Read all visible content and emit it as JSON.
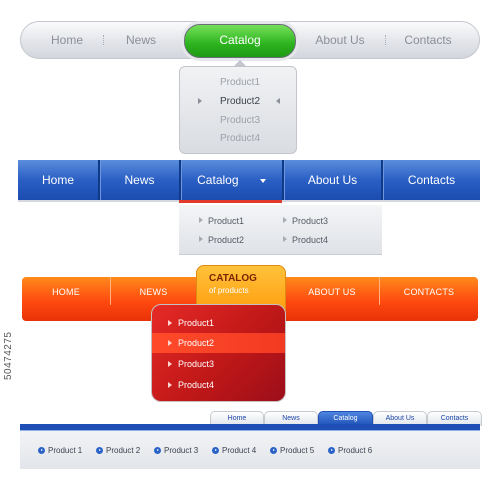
{
  "nav1": {
    "items": [
      "Home",
      "News",
      "Catalog",
      "About Us",
      "Contacts"
    ],
    "dropdown": [
      "Product1",
      "Product2",
      "Product3",
      "Product4"
    ]
  },
  "nav2": {
    "items": [
      "Home",
      "News",
      "Catalog",
      "About Us",
      "Contacts"
    ],
    "dropdown": [
      "Product1",
      "Product3",
      "Product2",
      "Product4"
    ]
  },
  "nav3": {
    "items": [
      "HOME",
      "NEWS",
      "ABOUT US",
      "CONTACTS"
    ],
    "catalog_title": "CATALOG",
    "catalog_sub": "of products",
    "dropdown": [
      "Product1",
      "Product2",
      "Product3",
      "Product4"
    ]
  },
  "nav4": {
    "tabs": [
      "Home",
      "News",
      "Catalog",
      "About Us",
      "Contacts"
    ],
    "products": [
      "Product 1",
      "Product 2",
      "Product 3",
      "Product 4",
      "Product 5",
      "Product 6"
    ]
  },
  "watermark": {
    "side_code": "50474275"
  },
  "colors": {
    "green": "#2cb31e",
    "blue": "#2a5fc4",
    "orange": "#ff4a10",
    "red": "#c01818",
    "link": "#1b47a8"
  }
}
